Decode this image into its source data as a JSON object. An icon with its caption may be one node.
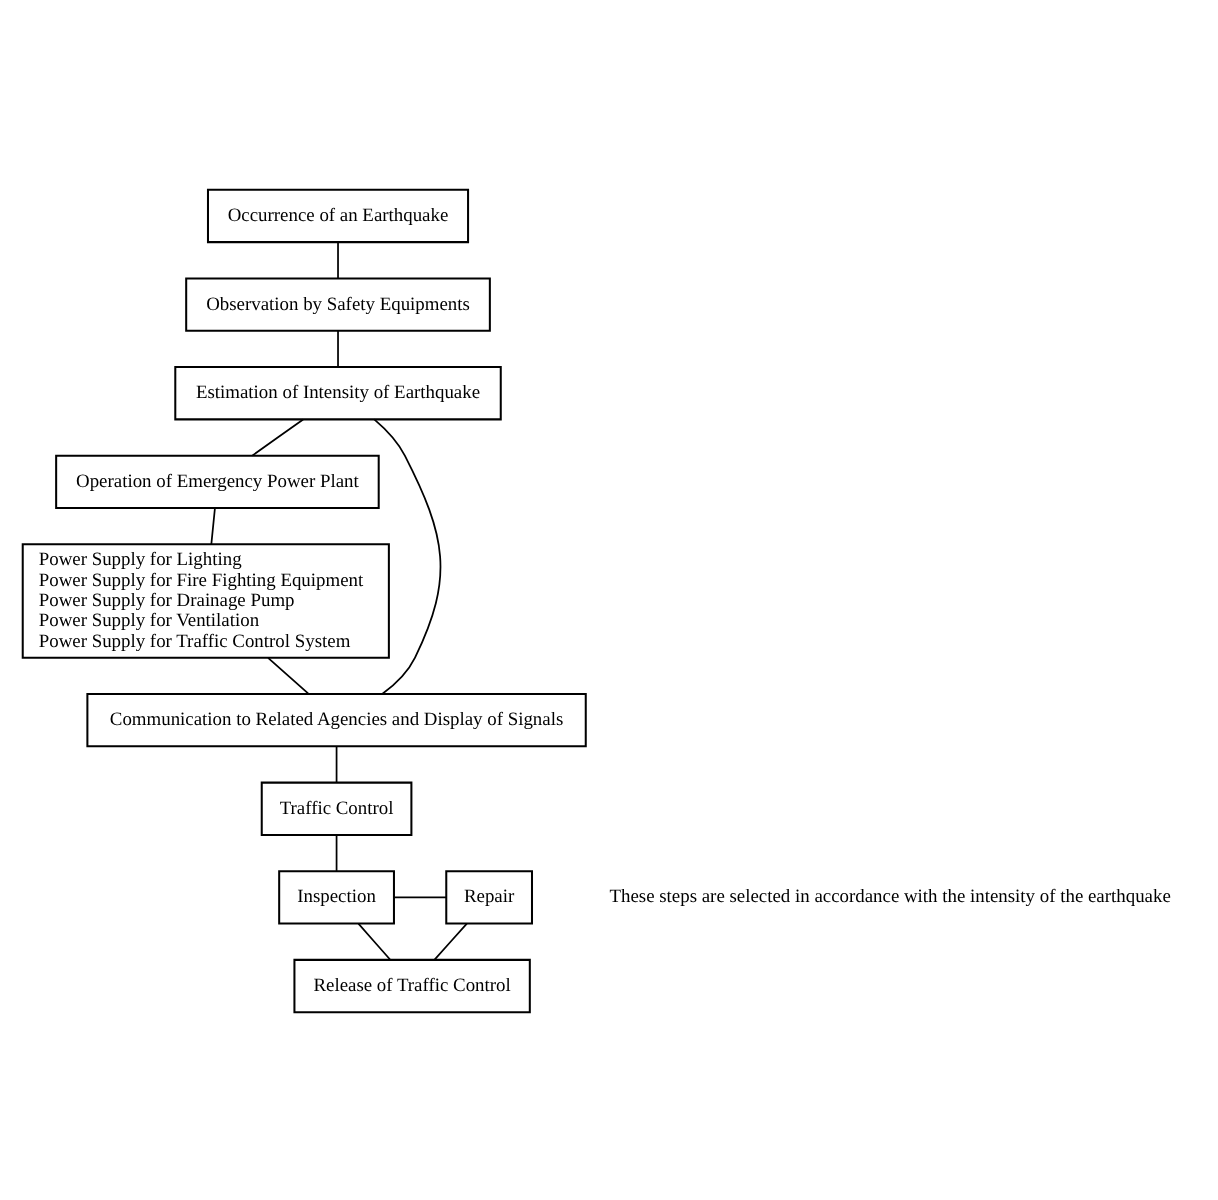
{
  "diagram": {
    "nodes": [
      {
        "text": [
          "Occurrence of an Earthquake"
        ]
      },
      {
        "text": [
          "Observation by Safety Equipments"
        ]
      },
      {
        "text": [
          "Estimation of Intensity of Earthquake"
        ]
      },
      {
        "text": [
          "Operation of Emergency Power Plant"
        ]
      },
      {
        "text": [
          "Power Supply for Lighting",
          "Power Supply for Fire Fighting Equipment",
          "Power Supply for Drainage Pump",
          "Power Supply for Ventilation",
          "Power Supply for Traffic Control System"
        ]
      },
      {
        "text": [
          "Communication to Related Agencies and Display of Signals"
        ]
      },
      {
        "text": [
          "Traffic Control"
        ]
      },
      {
        "text": [
          "Inspection"
        ]
      },
      {
        "text": [
          "Repair"
        ]
      },
      {
        "text": [
          "Release of Traffic Control"
        ]
      }
    ],
    "edges": [
      {
        "from": 0,
        "to": 1,
        "arrow": "none"
      },
      {
        "from": 1,
        "to": 2,
        "arrow": "none"
      },
      {
        "from": 2,
        "to": 5,
        "arrow": "none"
      },
      {
        "from": 2,
        "to": 3,
        "arrow": "none"
      },
      {
        "from": 3,
        "to": 4,
        "arrow": "none"
      },
      {
        "from": 4,
        "to": 5,
        "arrow": "none"
      },
      {
        "from": 5,
        "to": 6,
        "arrow": "none"
      },
      {
        "from": 6,
        "to": 7,
        "arrow": "none"
      },
      {
        "from": 7,
        "to": 8,
        "arrow": "none"
      },
      {
        "from": 7,
        "to": 9,
        "arrow": "none"
      },
      {
        "from": 8,
        "to": 9,
        "arrow": "none"
      }
    ],
    "labels": [
      "These steps are selected in accordance with the intensity of the earthquake"
    ]
  }
}
